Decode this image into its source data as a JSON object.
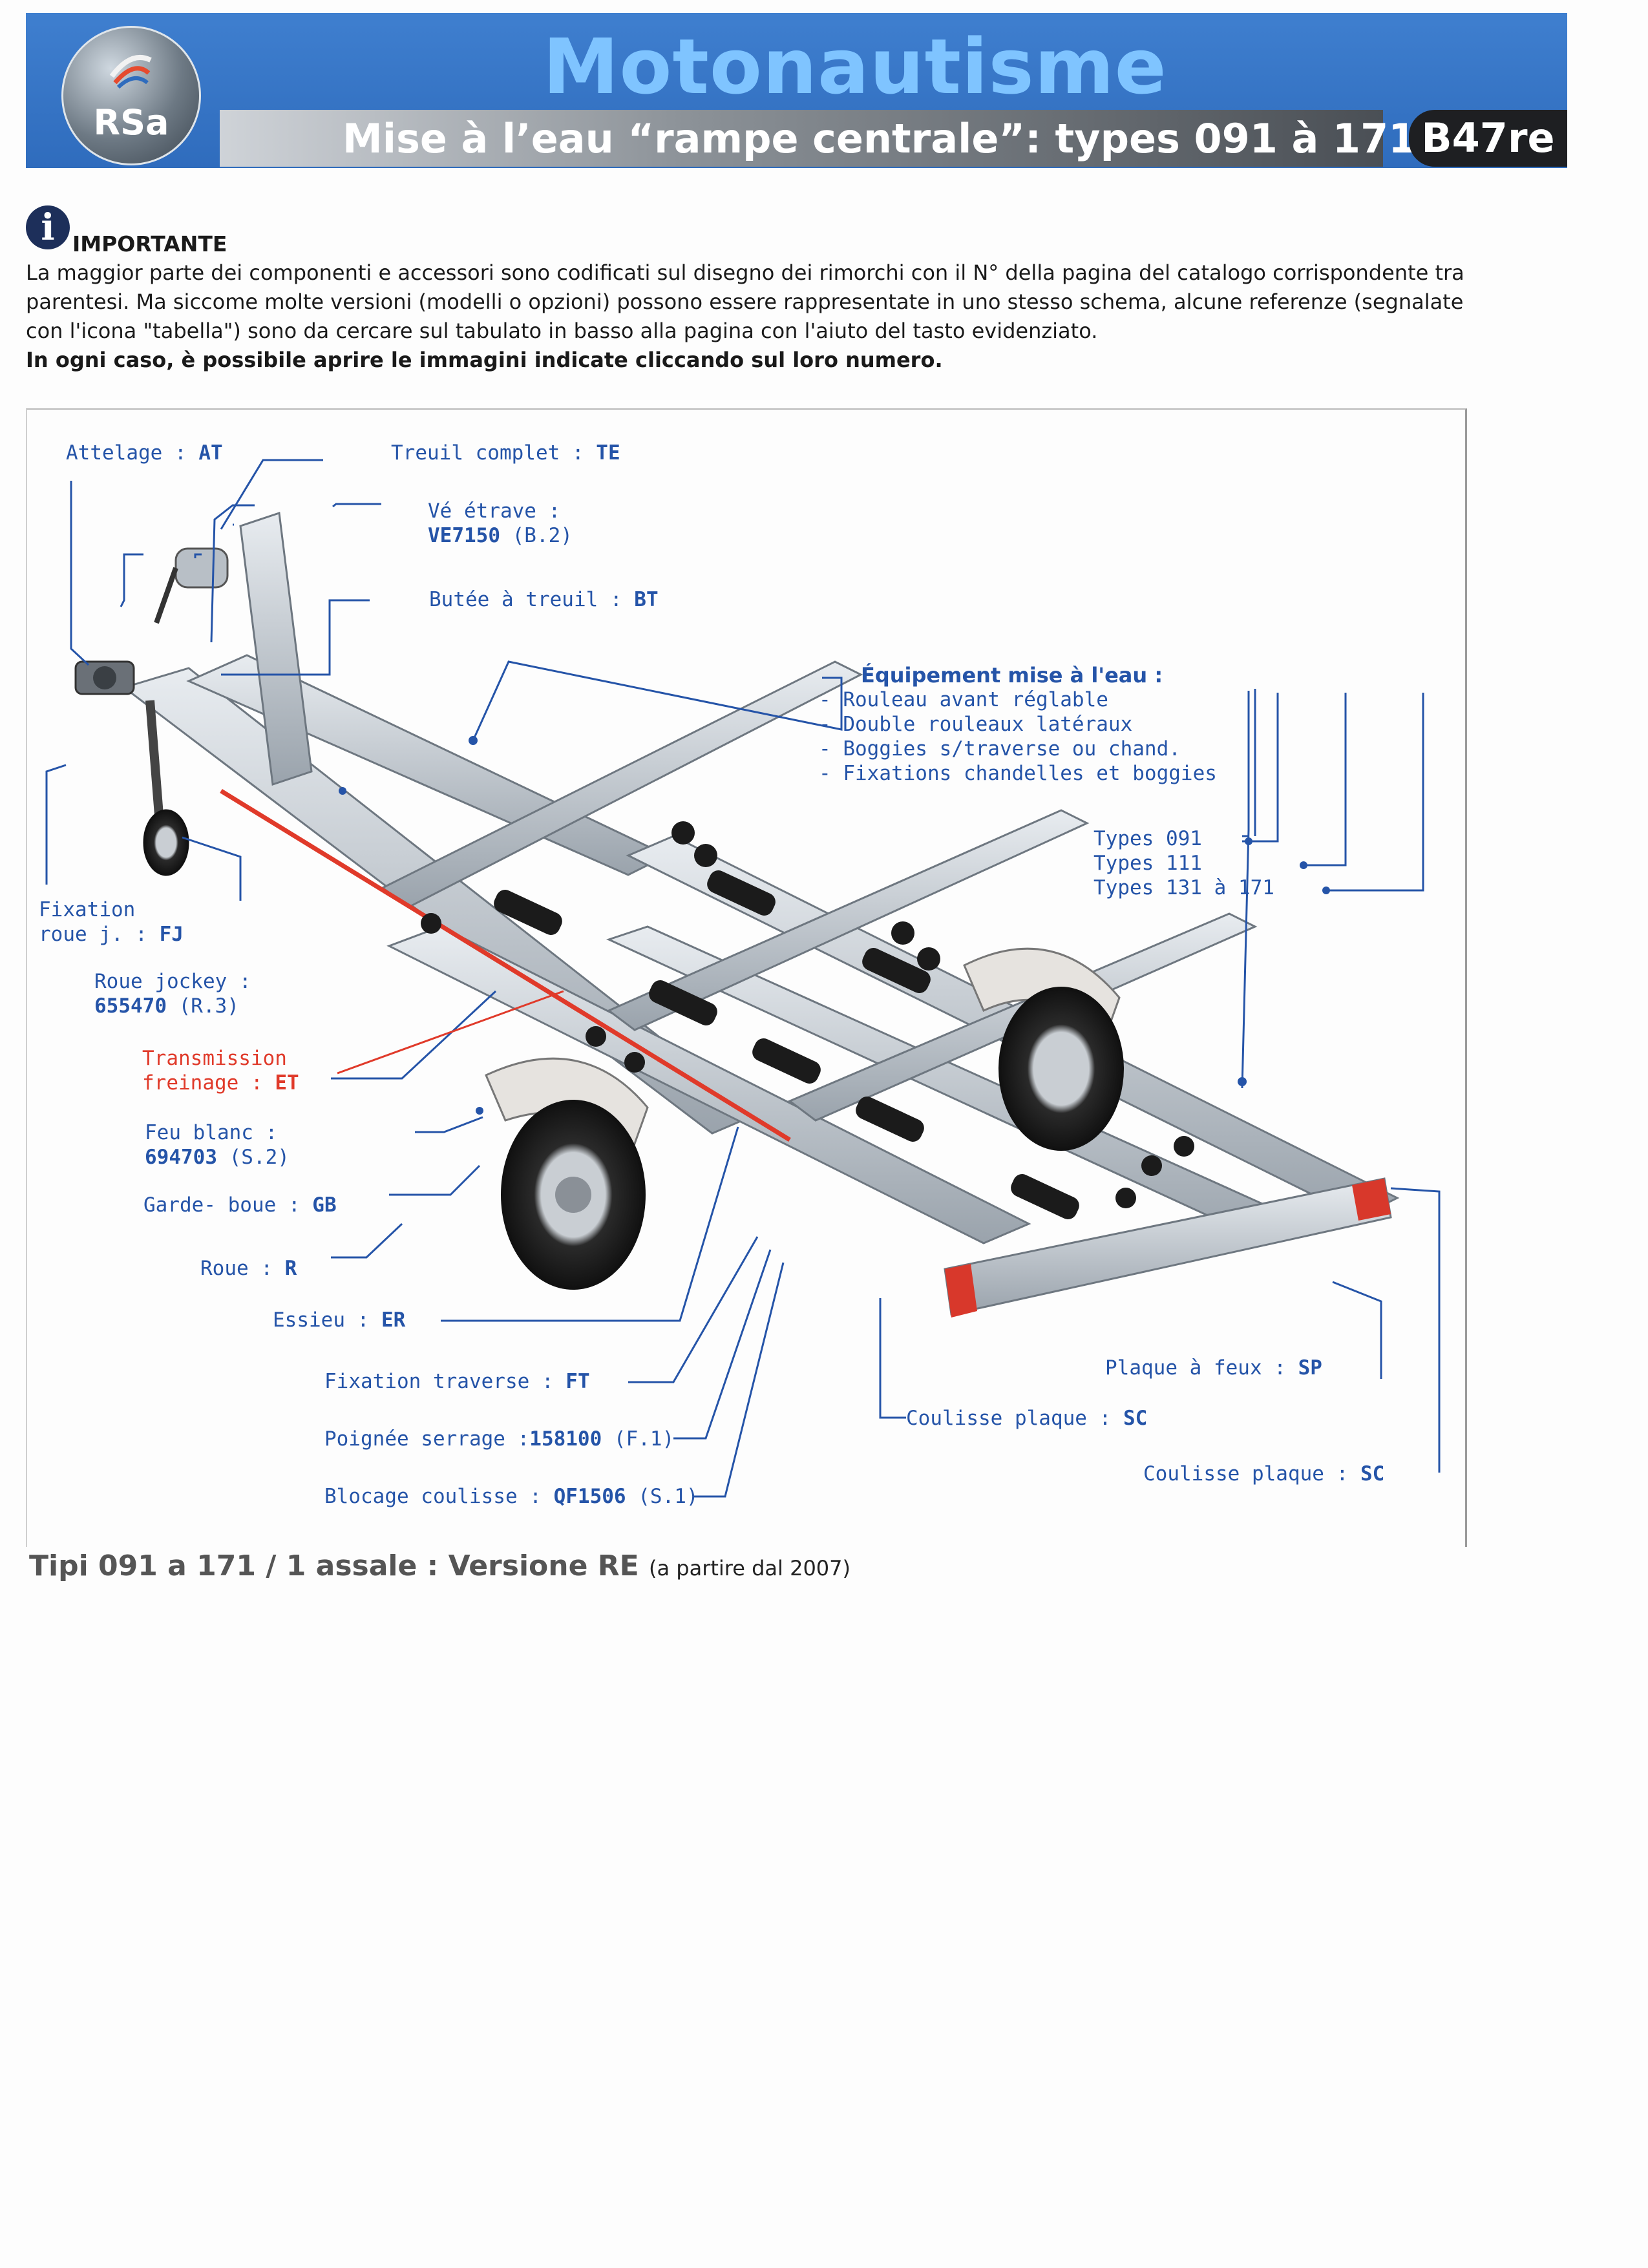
{
  "header": {
    "title": "Motonautisme",
    "subtitle": "Mise à l’eau “rampe centrale”: types 091 à 171",
    "code": "B47re",
    "logo_text": "RSa"
  },
  "info": {
    "heading": "IMPORTANTE",
    "line1": "La maggior parte dei componenti e accessori sono codificati sul disegno dei rimorchi con il N° della pagina del catalogo corrispondente tra",
    "line2": "parentesi. Ma siccome molte versioni (modelli o opzioni) possono essere rappresentate in uno stesso schema, alcune referenze (segnalate",
    "line3": "con l'icona \"tabella\") sono da cercare sul tabulato in basso alla pagina con l'aiuto del tasto evidenziato.",
    "bold_line": "In ogni caso, è possibile aprire le immagini indicate cliccando sul loro numero."
  },
  "labels": {
    "attelage": {
      "text": "Attelage : ",
      "code": "AT"
    },
    "treuil": {
      "text": "Treuil complet : ",
      "code": "TE"
    },
    "ve_etrave": {
      "text": "Vé étrave :",
      "code": "VE7150",
      "ref": " (B.2)"
    },
    "butee": {
      "text": "Butée à treuil : ",
      "code": "BT"
    },
    "fixation_roue": {
      "line1": "Fixation",
      "line2": "roue j. : ",
      "code": "FJ"
    },
    "roue_jockey": {
      "text": "Roue jockey :",
      "code": "655470",
      "ref": " (R.3)"
    },
    "transmission": {
      "line1": "Transmission",
      "line2": "freinage : ",
      "code": "ET"
    },
    "feu_blanc": {
      "text": "Feu blanc :",
      "code": "694703",
      "ref": " (S.2)"
    },
    "garde_boue": {
      "text": "Garde- boue : ",
      "code": "GB"
    },
    "roue": {
      "text": "Roue : ",
      "code": "R"
    },
    "essieu": {
      "text": "Essieu : ",
      "code": "ER"
    },
    "fixation_traverse": {
      "text": "Fixation traverse : ",
      "code": "FT"
    },
    "poignee": {
      "text": "Poignée serrage :",
      "code": "158100",
      "ref": " (F.1)"
    },
    "blocage": {
      "text": "Blocage coulisse : ",
      "code": "QF1506",
      "ref": " (S.1)"
    },
    "coulisse1": {
      "text": "Coulisse plaque : ",
      "code": "SC"
    },
    "coulisse2": {
      "text": "Coulisse plaque : ",
      "code": "SC"
    },
    "plaque": {
      "text": "Plaque à feux : ",
      "code": "SP"
    }
  },
  "equipement": {
    "title": "Équipement mise à l'eau :",
    "items": [
      "- Rouleau avant réglable",
      "- Double rouleaux latéraux",
      "- Boggies s/traverse ou chand.",
      "- Fixations chandelles et boggies"
    ],
    "types": [
      "Types 091",
      "Types 111",
      "Types 131 à 171"
    ]
  },
  "caption": {
    "main": "Tipi 091 a 171 / 1 assale : Versione RE ",
    "note": "(a partire dal 2007)"
  },
  "colors": {
    "banner_blue": "#2f6cbd",
    "label_blue": "#2554a8",
    "brake_red": "#e03a2a",
    "frame_gray": "#b9bfc6"
  }
}
